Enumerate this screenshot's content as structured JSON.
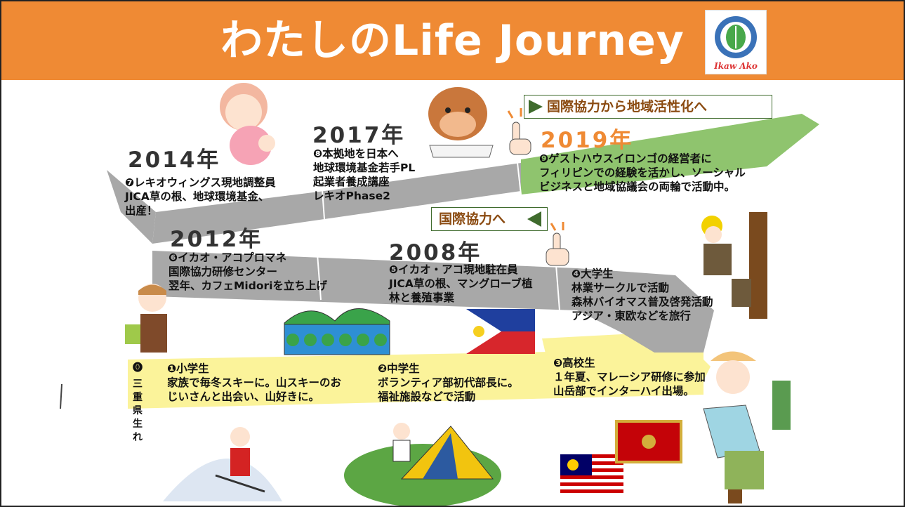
{
  "title": "わたしのLife Journey",
  "logo": {
    "text": "Ikaw Ako"
  },
  "banners": {
    "top": "国際協力から地域活性化へ",
    "mid": "国際協力へ"
  },
  "years": {
    "y2014": "2014年",
    "y2017": "2017年",
    "y2019": "2019年",
    "y2012": "2012年",
    "y2008": "2008年"
  },
  "stages": {
    "s0": {
      "mark": "⓿",
      "vertical": [
        "三",
        "重",
        "県",
        "生",
        "れ"
      ]
    },
    "s1": {
      "lines": [
        "❶小学生",
        "家族で毎冬スキーに。山スキーのお",
        "じいさんと出会い、山好きに。"
      ]
    },
    "s2": {
      "lines": [
        "❷中学生",
        "ボランティア部初代部長に。",
        "福祉施設などで活動"
      ]
    },
    "s3": {
      "lines": [
        "❸高校生",
        "１年夏、マレーシア研修に参加",
        "山岳部でインターハイ出場。"
      ]
    },
    "s4": {
      "lines": [
        "❹大学生",
        "林業サークルで活動",
        "森林バイオマス普及啓発活動",
        "アジア・東欧などを旅行"
      ]
    },
    "s5": {
      "lines": [
        "❺イカオ・アコ現地駐在員",
        "JICA草の根、マングローブ植",
        "林と養殖事業"
      ]
    },
    "s6": {
      "lines": [
        "❻イカオ・アコプロマネ",
        "国際協力研修センター",
        "翌年、カフェMidoriを立ち上げ"
      ]
    },
    "s7": {
      "lines": [
        "❼レキオウィングス現地調整員",
        "JICA草の根、地球環境基金、",
        "出産！"
      ]
    },
    "s8": {
      "lines": [
        "❽本拠地を日本へ",
        "地球環境基金若手PL",
        "起業者養成講座",
        "レキオPhase2"
      ]
    },
    "s9": {
      "lines": [
        "❾ゲストハウスイロンゴの経営者に",
        "フィリピンでの経験を活かし、ソーシャル",
        "ビジネスと地域協議会の両輪で活動中。"
      ]
    }
  },
  "colors": {
    "header": "#ef8a34",
    "road": "#a8a8a8",
    "road_green": "#8fc46e",
    "yellow": "#fbf39a",
    "accent_year": "#ef8a34"
  }
}
